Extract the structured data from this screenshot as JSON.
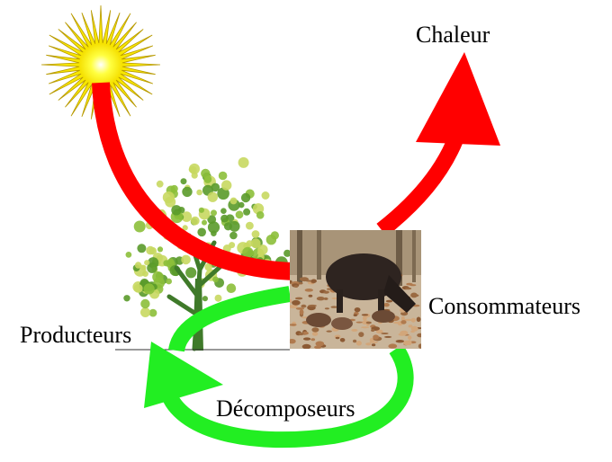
{
  "labels": {
    "heat": "Chaleur",
    "consumers": "Consommateurs",
    "producers": "Producteurs",
    "decomposers": "Décomposeurs"
  },
  "colors": {
    "energy_flow": "#ff0000",
    "matter_cycle": "#22ee22",
    "sun_core": "#ffff00",
    "sun_rays": "#e0c800",
    "foliage": "#8cbf3a",
    "trunk": "#3f7a2a",
    "litter": "#b07a4e",
    "boar": "#2e2420"
  },
  "icons": {
    "sun": "sun-icon",
    "tree": "tree-icon",
    "boar_photo": "wild-boar-photo"
  }
}
